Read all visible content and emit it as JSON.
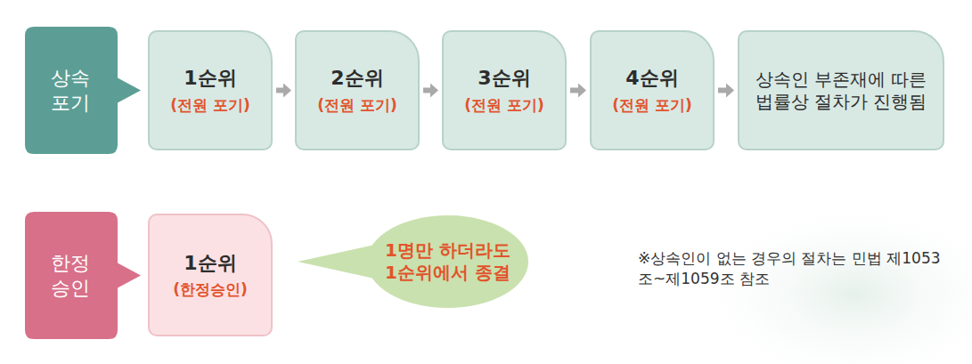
{
  "diagram": {
    "nodes": [
      {
        "text": [
          "상속 포기"
        ]
      },
      {
        "text": [
          "1순위",
          "(전원 포기)"
        ]
      },
      {
        "text": [
          "2순위",
          "(전원 포기)"
        ]
      },
      {
        "text": [
          "3순위",
          "(전원 포기)"
        ]
      },
      {
        "text": [
          "4순위",
          "(전원 포기)"
        ]
      },
      {
        "text": [
          "상속인 부존재에 따른 법률상 절차가 진행됨"
        ]
      },
      {
        "text": [
          "한정 승인"
        ]
      },
      {
        "text": [
          "1순위",
          "(한정승인)"
        ]
      },
      {
        "text": [
          "1명만 하더라도 1순위에서 종결"
        ]
      }
    ],
    "edges": [
      {
        "from": 1,
        "to": 2,
        "arrow": "to"
      },
      {
        "from": 2,
        "to": 3,
        "arrow": "to"
      },
      {
        "from": 3,
        "to": 4,
        "arrow": "to"
      },
      {
        "from": 4,
        "to": 5,
        "arrow": "to"
      }
    ],
    "labels": [
      "※상속인이 없는 경우의 절차는 민법 제1053조~제1059조 참조"
    ]
  }
}
